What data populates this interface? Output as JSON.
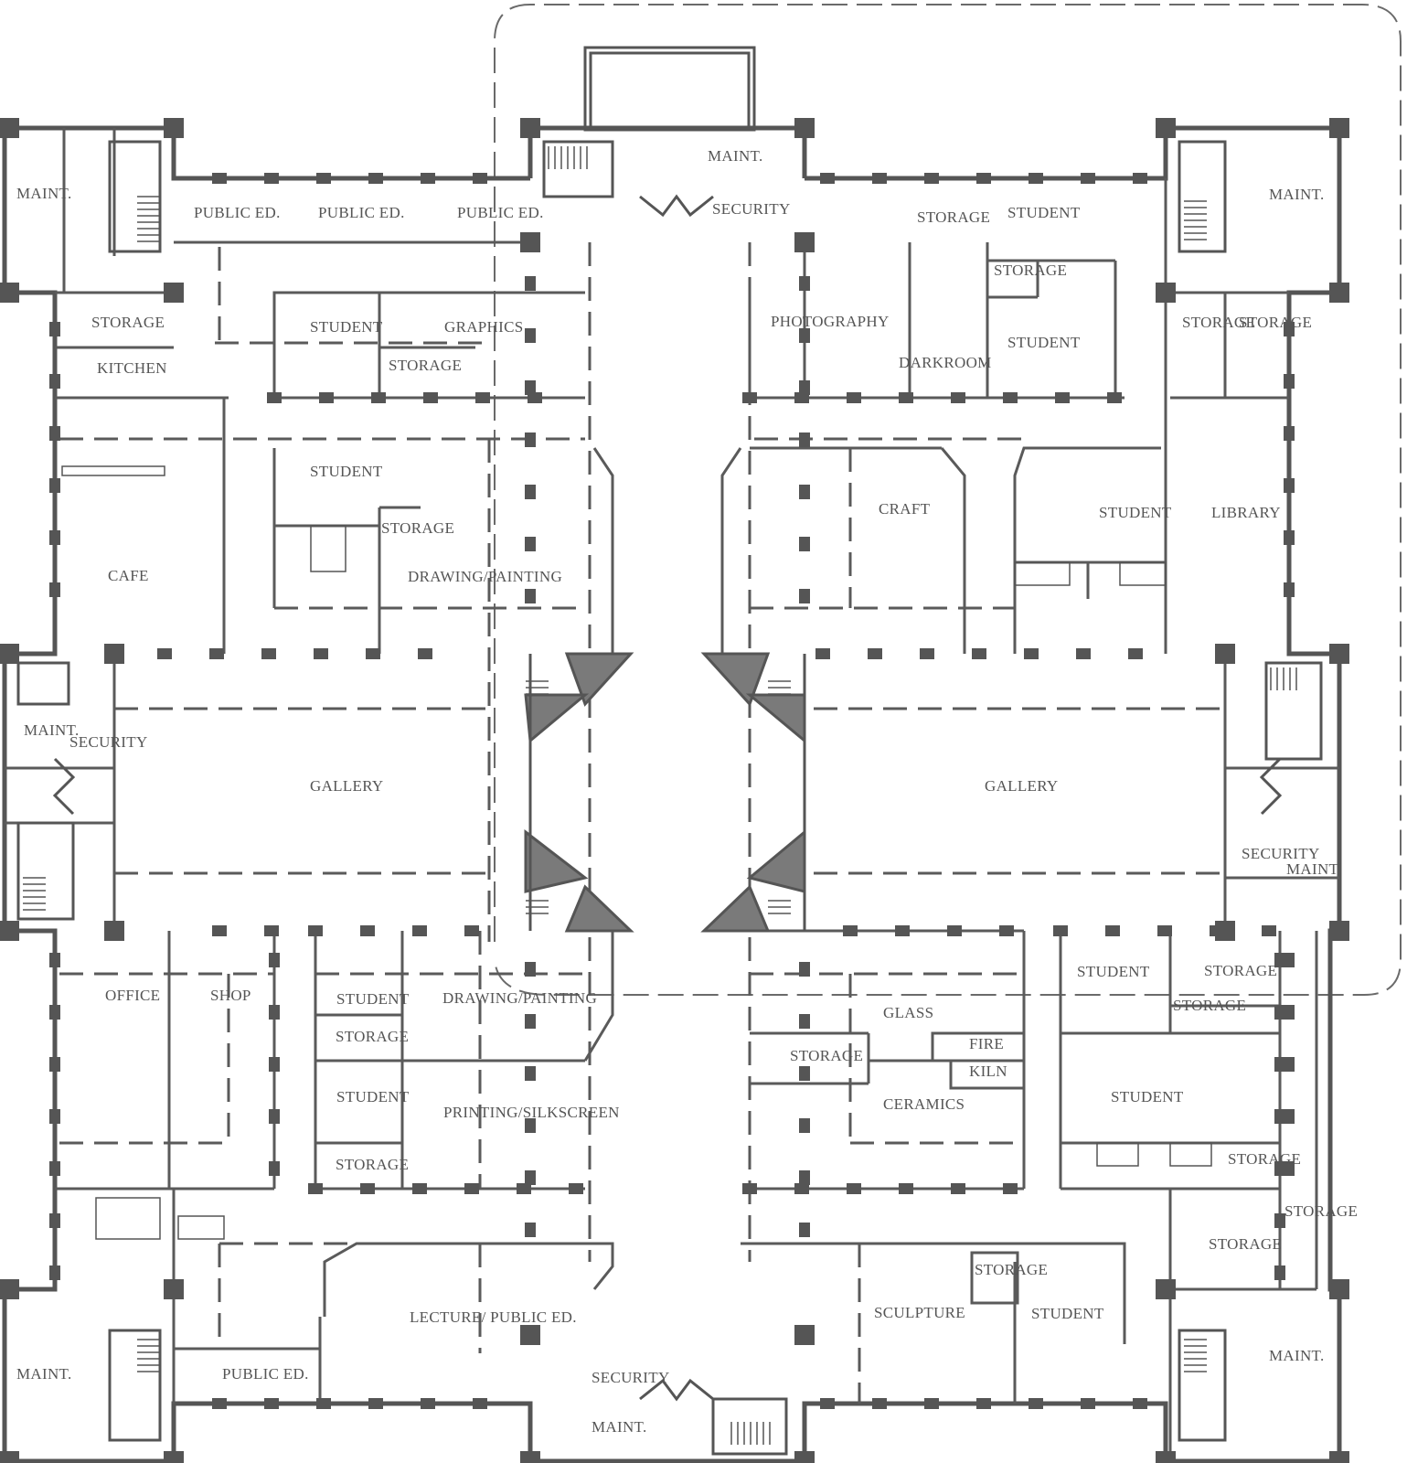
{
  "plan": {
    "line_color": "#5a5a5a",
    "pier_color": "#555555",
    "fill_color": "#777777"
  },
  "rooms": {
    "maint_nw": "MAINT.",
    "public_ed_1": "PUBLIC ED.",
    "public_ed_2": "PUBLIC ED.",
    "public_ed_3": "PUBLIC ED.",
    "maint_n": "MAINT.",
    "security_n": "SECURITY",
    "storage_n1": "STORAGE",
    "student_n1": "STUDENT",
    "maint_ne": "MAINT.",
    "storage_nw": "STORAGE",
    "kitchen": "KITCHEN",
    "student_nw": "STUDENT",
    "graphics": "GRAPHICS",
    "storage_graphics": "STORAGE",
    "photography": "PHOTOGRAPHY",
    "storage_photo": "STORAGE",
    "student_photo": "STUDENT",
    "darkroom": "DARKROOM",
    "storage_ne1": "STORAGE",
    "storage_ne2": "STORAGE",
    "student_w2": "STUDENT",
    "storage_w2": "STORAGE",
    "drawing_painting_n": "DRAWING/PAINTING",
    "cafe": "CAFE",
    "craft": "CRAFT",
    "student_e2": "STUDENT",
    "library": "LIBRARY",
    "maint_w": "MAINT.",
    "security_w": "SECURITY",
    "gallery_w": "GALLERY",
    "gallery_e": "GALLERY",
    "security_e": "SECURITY",
    "maint_e": "MAINT.",
    "office": "OFFICE",
    "shop": "SHOP",
    "student_sw1": "STUDENT",
    "drawing_painting_s": "DRAWING/PAINTING",
    "storage_sw1": "STORAGE",
    "student_sw2": "STUDENT",
    "printing": "PRINTING/SILKSCREEN",
    "storage_sw2": "STORAGE",
    "glass": "GLASS",
    "storage_glass": "STORAGE",
    "fire": "FIRE",
    "kiln": "KILN",
    "ceramics": "CERAMICS",
    "student_se1": "STUDENT",
    "storage_se1": "STORAGE",
    "storage_se2": "STORAGE",
    "student_se2": "STUDENT",
    "storage_se3": "STORAGE",
    "storage_se4": "STORAGE",
    "storage_se5": "STORAGE",
    "lecture": "LECTURE/ PUBLIC ED.",
    "storage_sculpt": "STORAGE",
    "sculpture": "SCULPTURE",
    "student_sculpt": "STUDENT",
    "maint_sw": "MAINT.",
    "public_ed_s": "PUBLIC ED.",
    "security_s": "SECURITY",
    "maint_s": "MAINT.",
    "maint_se": "MAINT."
  }
}
